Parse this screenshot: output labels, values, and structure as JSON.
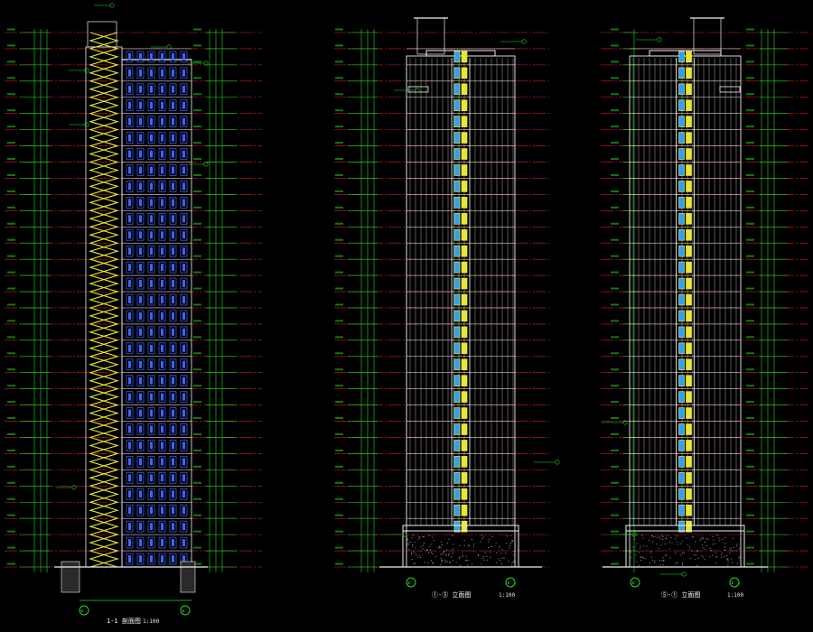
{
  "drawing": {
    "background": "#000000",
    "colors": {
      "floor_line": "#d21e1e",
      "dimension": "#18e018",
      "structure": "#f0f0f0",
      "stair": "#e6e63c",
      "window": "#3c64ff",
      "leader": "#18e018",
      "podium_fill": "#9a9a9a",
      "window_frame": "#e6e63c",
      "window_glass": "#2aa0ff"
    },
    "floor_count": 33,
    "views": [
      {
        "id": "section-1-1",
        "type": "section",
        "title": "1-1 剖面图",
        "scale": "1:100",
        "axis_left": "①",
        "axis_right": "⑤"
      },
      {
        "id": "elevation-a",
        "type": "elevation",
        "title": "①-⑤ 立面图",
        "scale": "1:100",
        "axis_left": "①",
        "axis_right": "⑤"
      },
      {
        "id": "elevation-b",
        "type": "elevation",
        "title": "⑤-① 立面图",
        "scale": "1:100",
        "axis_left": "⑤",
        "axis_right": "①"
      }
    ]
  }
}
